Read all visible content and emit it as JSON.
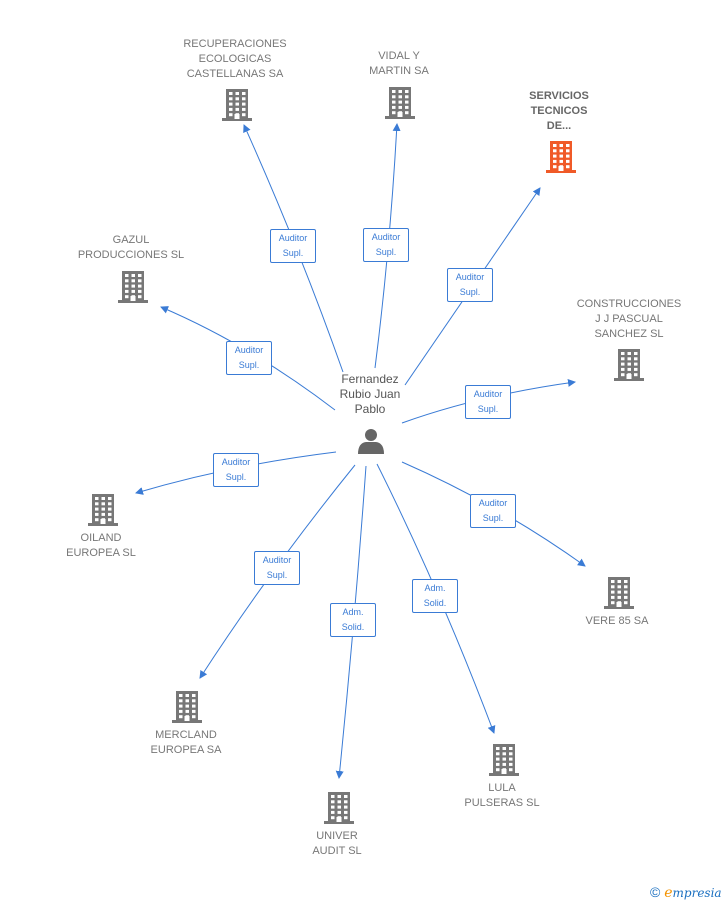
{
  "center": {
    "name": "Fernandez\nRubio Juan\nPablo"
  },
  "companies": [
    {
      "id": "recuperaciones",
      "name": "RECUPERACIONES\nECOLOGICAS\nCASTELLANAS SA",
      "relation": "Auditor\nSupl.",
      "highlight": false
    },
    {
      "id": "vidal",
      "name": "VIDAL Y\nMARTIN SA",
      "relation": "Auditor\nSupl.",
      "highlight": false
    },
    {
      "id": "servicios",
      "name": "SERVICIOS\nTECNICOS\nDE...",
      "relation": "Auditor\nSupl.",
      "highlight": true
    },
    {
      "id": "gazul",
      "name": "GAZUL\nPRODUCCIONES SL",
      "relation": "Auditor\nSupl.",
      "highlight": false
    },
    {
      "id": "construcciones",
      "name": "CONSTRUCCIONES\nJ J PASCUAL\nSANCHEZ SL",
      "relation": "Auditor\nSupl.",
      "highlight": false
    },
    {
      "id": "oiland",
      "name": "OILAND\nEUROPEA SL",
      "relation": "Auditor\nSupl.",
      "highlight": false
    },
    {
      "id": "vere",
      "name": "VERE 85 SA",
      "relation": "Auditor\nSupl.",
      "highlight": false
    },
    {
      "id": "mercland",
      "name": "MERCLAND\nEUROPEA SA",
      "relation": "Auditor\nSupl.",
      "highlight": false
    },
    {
      "id": "univer",
      "name": "UNIVER\nAUDIT  SL",
      "relation": "Adm.\nSolid.",
      "highlight": false
    },
    {
      "id": "lula",
      "name": "LULA\nPULSERAS SL",
      "relation": "Adm.\nSolid.",
      "highlight": false
    }
  ],
  "colors": {
    "edge": "#3a7bd5",
    "building": "#777777",
    "building_highlight": "#f05a28",
    "person": "#666666"
  },
  "brand": {
    "copyright": "©",
    "initial": "e",
    "rest": "mpresia"
  }
}
